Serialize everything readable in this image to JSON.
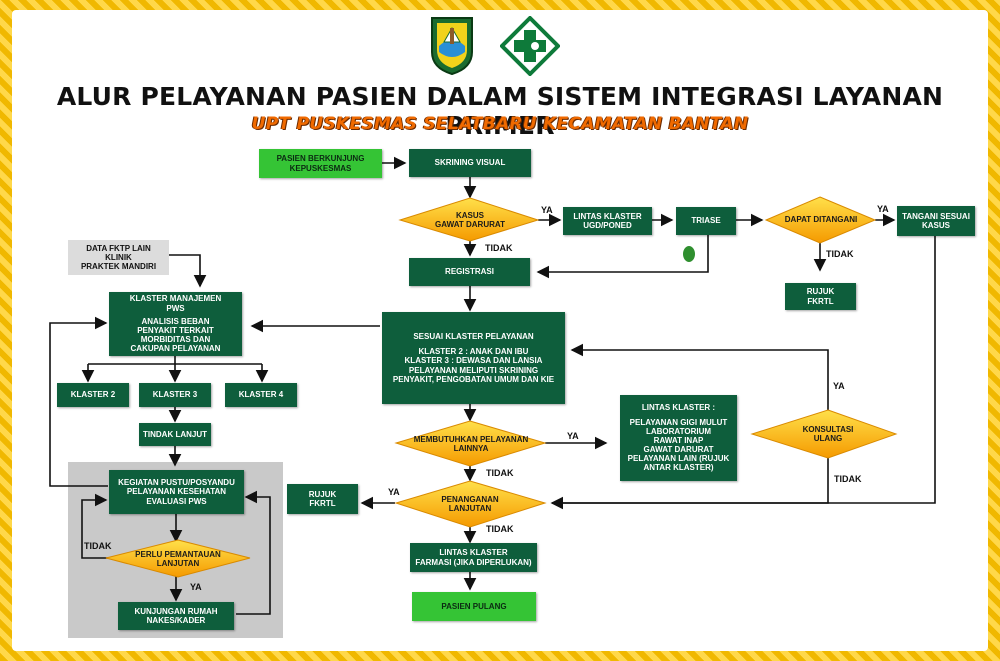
{
  "title": "ALUR PELAYANAN PASIEN DALAM SISTEM INTEGRASI LAYANAN PRIMER",
  "subtitle": "UPT PUSKESMAS SELATBARU KECAMATAN BANTAN",
  "logos": {
    "regional_emblem": "regency-emblem-icon",
    "puskesmas_logo": "puskesmas-cross-icon"
  },
  "colors": {
    "node": "#0e5e3c",
    "start_end": "#35c435",
    "decision": "#f5a800",
    "panel": "#c9c9c9",
    "subtitle": "#f06a00"
  },
  "nodes": {
    "start": [
      "PASIEN BERKUNJUNG",
      "KEPUSKESMAS"
    ],
    "skrining": [
      "SKRINING VISUAL"
    ],
    "kasus_gawat": [
      "KASUS",
      "GAWAT DARURAT"
    ],
    "lintas_ugd": [
      "LINTAS KLASTER",
      "UGD/PONED"
    ],
    "triase": [
      "TRIASE"
    ],
    "dapat_ditangani": [
      "DAPAT DITANGANI"
    ],
    "tangani": [
      "TANGANI SESUAI",
      "KASUS"
    ],
    "rujuk_fkrtl_top": [
      "RUJUK",
      "FKRTL"
    ],
    "registrasi": [
      "REGISTRASI"
    ],
    "data_fktp": [
      "DATA FKTP LAIN",
      "KLINIK",
      "PRAKTEK MANDIRI"
    ],
    "klaster_manajemen": [
      "KLASTER MANAJEMEN",
      "PWS",
      "",
      "ANALISIS BEBAN",
      "PENYAKIT TERKAIT",
      "MORBIDITAS DAN",
      "CAKUPAN PELAYANAN"
    ],
    "klaster2": [
      "KLASTER 2"
    ],
    "klaster3": [
      "KLASTER 3"
    ],
    "klaster4": [
      "KLASTER 4"
    ],
    "tindak_lanjut": [
      "TINDAK LANJUT"
    ],
    "sesuai_klaster": [
      "SESUAI KLASTER PELAYANAN",
      "",
      "KLASTER 2 : ANAK DAN IBU",
      "KLASTER 3 : DEWASA DAN LANSIA",
      "PELAYANAN MELIPUTI SKRINING",
      "PENYAKIT, PENGOBATAN UMUM DAN KIE"
    ],
    "lintas_klaster_list": [
      "LINTAS KLASTER :",
      "",
      "PELAYANAN GIGI MULUT",
      "LABORATORIUM",
      "RAWAT INAP",
      "GAWAT DARURAT",
      "PELAYANAN LAIN (RUJUK",
      "ANTAR KLASTER)"
    ],
    "konsultasi": [
      "KONSULTASI",
      "ULANG"
    ],
    "membutuhkan": [
      "MEMBUTUHKAN PELAYANAN",
      "LAINNYA"
    ],
    "penanganan": [
      "PENANGANAN",
      "LANJUTAN"
    ],
    "rujuk_fkrtl_mid": [
      "RUJUK",
      "FKRTL"
    ],
    "kegiatan": [
      "KEGIATAN PUSTU/POSYANDU",
      "PELAYANAN KESEHATAN",
      "EVALUASI PWS"
    ],
    "perlu_pemantauan": [
      "PERLU PEMANTAUAN",
      "LANJUTAN"
    ],
    "kunjungan": [
      "KUNJUNGAN RUMAH",
      "NAKES/KADER"
    ],
    "lintas_farmasi": [
      "LINTAS KLASTER",
      "FARMASI (JIKA DIPERLUKAN)"
    ],
    "pulang": [
      "PASIEN PULANG"
    ]
  },
  "edge_labels": {
    "ya": "YA",
    "tidak": "TIDAK"
  }
}
